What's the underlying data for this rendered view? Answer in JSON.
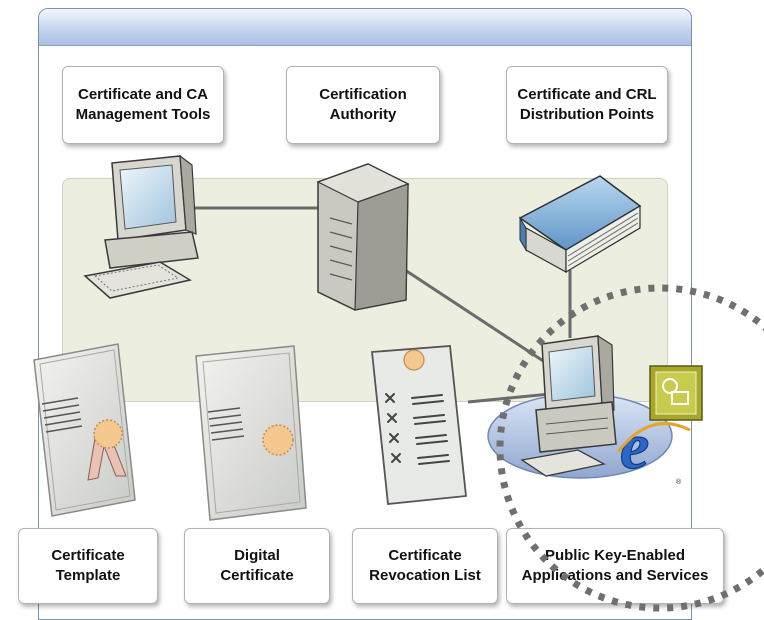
{
  "top_labels": {
    "tools": "Certificate and CA\nManagement Tools",
    "authority": "Certification\nAuthority",
    "distribution": "Certificate and CRL\nDistribution Points"
  },
  "bottom_labels": {
    "template": "Certificate\nTemplate",
    "digital": "Digital\nCertificate",
    "revocation": "Certificate\nRevocation List",
    "applications": "Public Key-Enabled\nApplications and Services"
  },
  "icons": {
    "e_glyph": "e",
    "trademark": "®"
  },
  "colors": {
    "title_bar": "#b7cbe9",
    "stage": "#eceee0",
    "seal": "#f4c88e",
    "focus_ring": "#6f6f6f"
  }
}
